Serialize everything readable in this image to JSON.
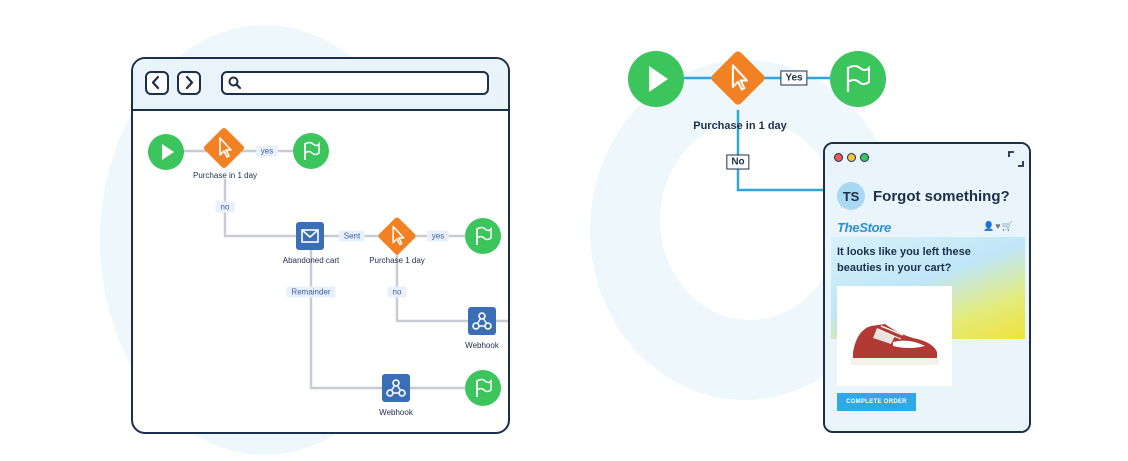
{
  "left_flow": {
    "condition_1_label": "Purchase in 1 day",
    "yes_1": "yes",
    "no_1": "no",
    "email_label": "Abandoned cart",
    "sent": "Sent",
    "condition_2_label": "Purchase 1 day",
    "yes_2": "yes",
    "no_2": "no",
    "reminder": "Remainder",
    "webhook_1_label": "Webhook",
    "webhook_2_label": "Webhook"
  },
  "right_flow": {
    "condition_label": "Purchase in 1 day",
    "yes": "Yes",
    "no": "No"
  },
  "email": {
    "avatar_initials": "TS",
    "subject": "Forgot something?",
    "store_name": "TheStore",
    "store_icons": "👤♥🛒",
    "headline": "It looks like you left these beauties in your cart?",
    "cta": "COMPLETE ORDER"
  },
  "colors": {
    "start": "#3cc45d",
    "finish": "#3cc45d",
    "condition": "#f28123",
    "action": "#3a6fb7",
    "connector_left": "#c8ccd2",
    "connector_right": "#2ba6de",
    "outline": "#1c2f4a"
  },
  "icons": [
    "back-icon",
    "forward-icon",
    "search-icon",
    "play-icon",
    "flag-icon",
    "cursor-icon",
    "mail-icon",
    "webhook-icon",
    "expand-icon"
  ]
}
